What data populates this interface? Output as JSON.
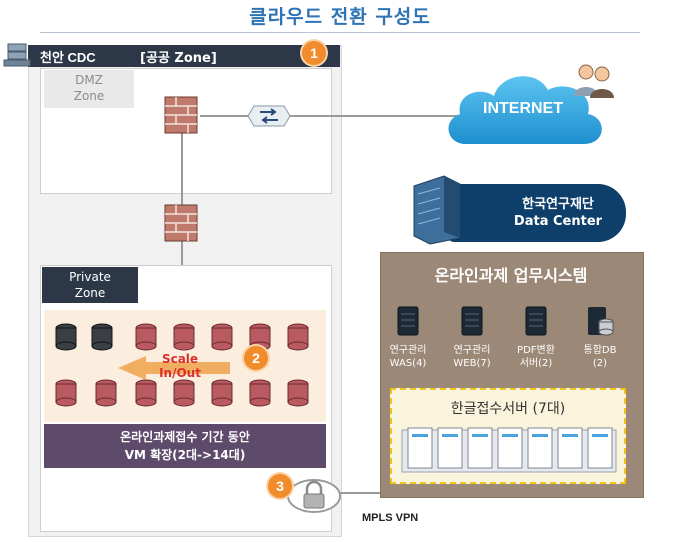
{
  "title": "클라우드 전환 구성도",
  "cdc": {
    "label": "천안 CDC",
    "zone": "[공공 Zone]",
    "badge": "1"
  },
  "dmz": {
    "line1": "DMZ",
    "line2": "Zone"
  },
  "private": {
    "line1": "Private",
    "line2": "Zone"
  },
  "scale": {
    "line1": "Scale",
    "line2": "In/Out",
    "badge": "2"
  },
  "vm_banner": {
    "line1": "온라인과제접수 기간 동안",
    "line2": "VM 확장(2대->14대)"
  },
  "vpn_badge": "3",
  "mpls_label": "MPLS VPN",
  "internet_label": "INTERNET",
  "datacenter": {
    "line1": "한국연구재단",
    "line2": "Data Center"
  },
  "business_system": {
    "title": "온라인과제 업무시스템",
    "servers": [
      {
        "line1": "연구관리",
        "line2": "WAS(4)"
      },
      {
        "line1": "연구관리",
        "line2": "WEB(7)"
      },
      {
        "line1": "PDF변환",
        "line2": "서버(2)"
      },
      {
        "line1": "통합DB",
        "line2": "(2)"
      }
    ]
  },
  "hangul_server": {
    "title": "한글접수서버 (7대)"
  },
  "colors": {
    "badge": "#f08c2c",
    "header": "#2c3848",
    "datacenter": "#0d3f6a",
    "biz": "#9b8876",
    "cloud": "#2aa5e3"
  }
}
